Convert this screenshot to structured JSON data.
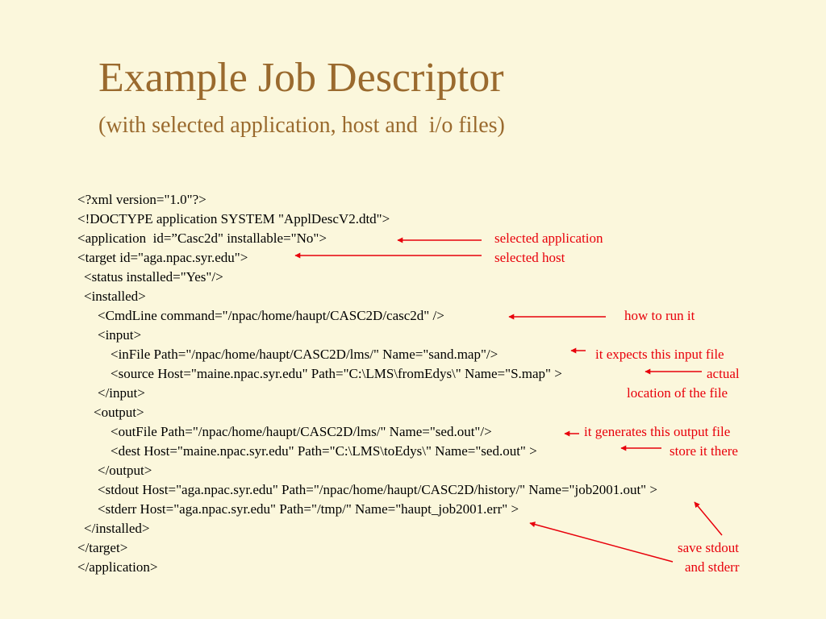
{
  "title": "Example Job Descriptor",
  "subtitle": "(with selected application, host and  i/o files)",
  "code_lines": [
    "<?xml version=\"1.0\"?>",
    "<!DOCTYPE application SYSTEM \"ApplDescV2.dtd\">",
    "<application  id=”Casc2d\" installable=\"No\">",
    "<target id=\"aga.npac.syr.edu\">",
    "<status installed=\"Yes\"/>",
    "<installed>",
    "<CmdLine command=\"/npac/home/haupt/CASC2D/casc2d\" />",
    "<input>",
    "<inFile Path=\"/npac/home/haupt/CASC2D/lms/\" Name=\"sand.map\"/>",
    "<source Host=\"maine.npac.syr.edu\" Path=\"C:\\LMS\\fromEdys\\\" Name=\"S.map\" >",
    "</input>",
    "<output>",
    "<outFile Path=\"/npac/home/haupt/CASC2D/lms/\" Name=\"sed.out\"/>",
    "<dest Host=\"maine.npac.syr.edu\" Path=\"C:\\LMS\\toEdys\\\" Name=\"sed.out\" >",
    "</output>",
    "<stdout Host=\"aga.npac.syr.edu\" Path=\"/npac/home/haupt/CASC2D/history/\" Name=\"job2001.out\" >",
    "<stderr Host=\"aga.npac.syr.edu\" Path=\"/tmp/\" Name=\"haupt_job2001.err\" >",
    "</installed>",
    "</target>",
    "</application>"
  ],
  "annotations": {
    "selected_application": "selected application",
    "selected_host": "selected host",
    "how_to_run": "how to run it",
    "input_file": "it expects this input file",
    "actual": "actual",
    "location": "location of the file",
    "output_file": "it generates this output file",
    "store": "store it there",
    "save_stdout": "save stdout",
    "and_stderr": "and stderr"
  },
  "colors": {
    "background": "#fbf7dc",
    "title": "#9a6a2e",
    "code": "#000000",
    "annotation": "#e8000b"
  }
}
